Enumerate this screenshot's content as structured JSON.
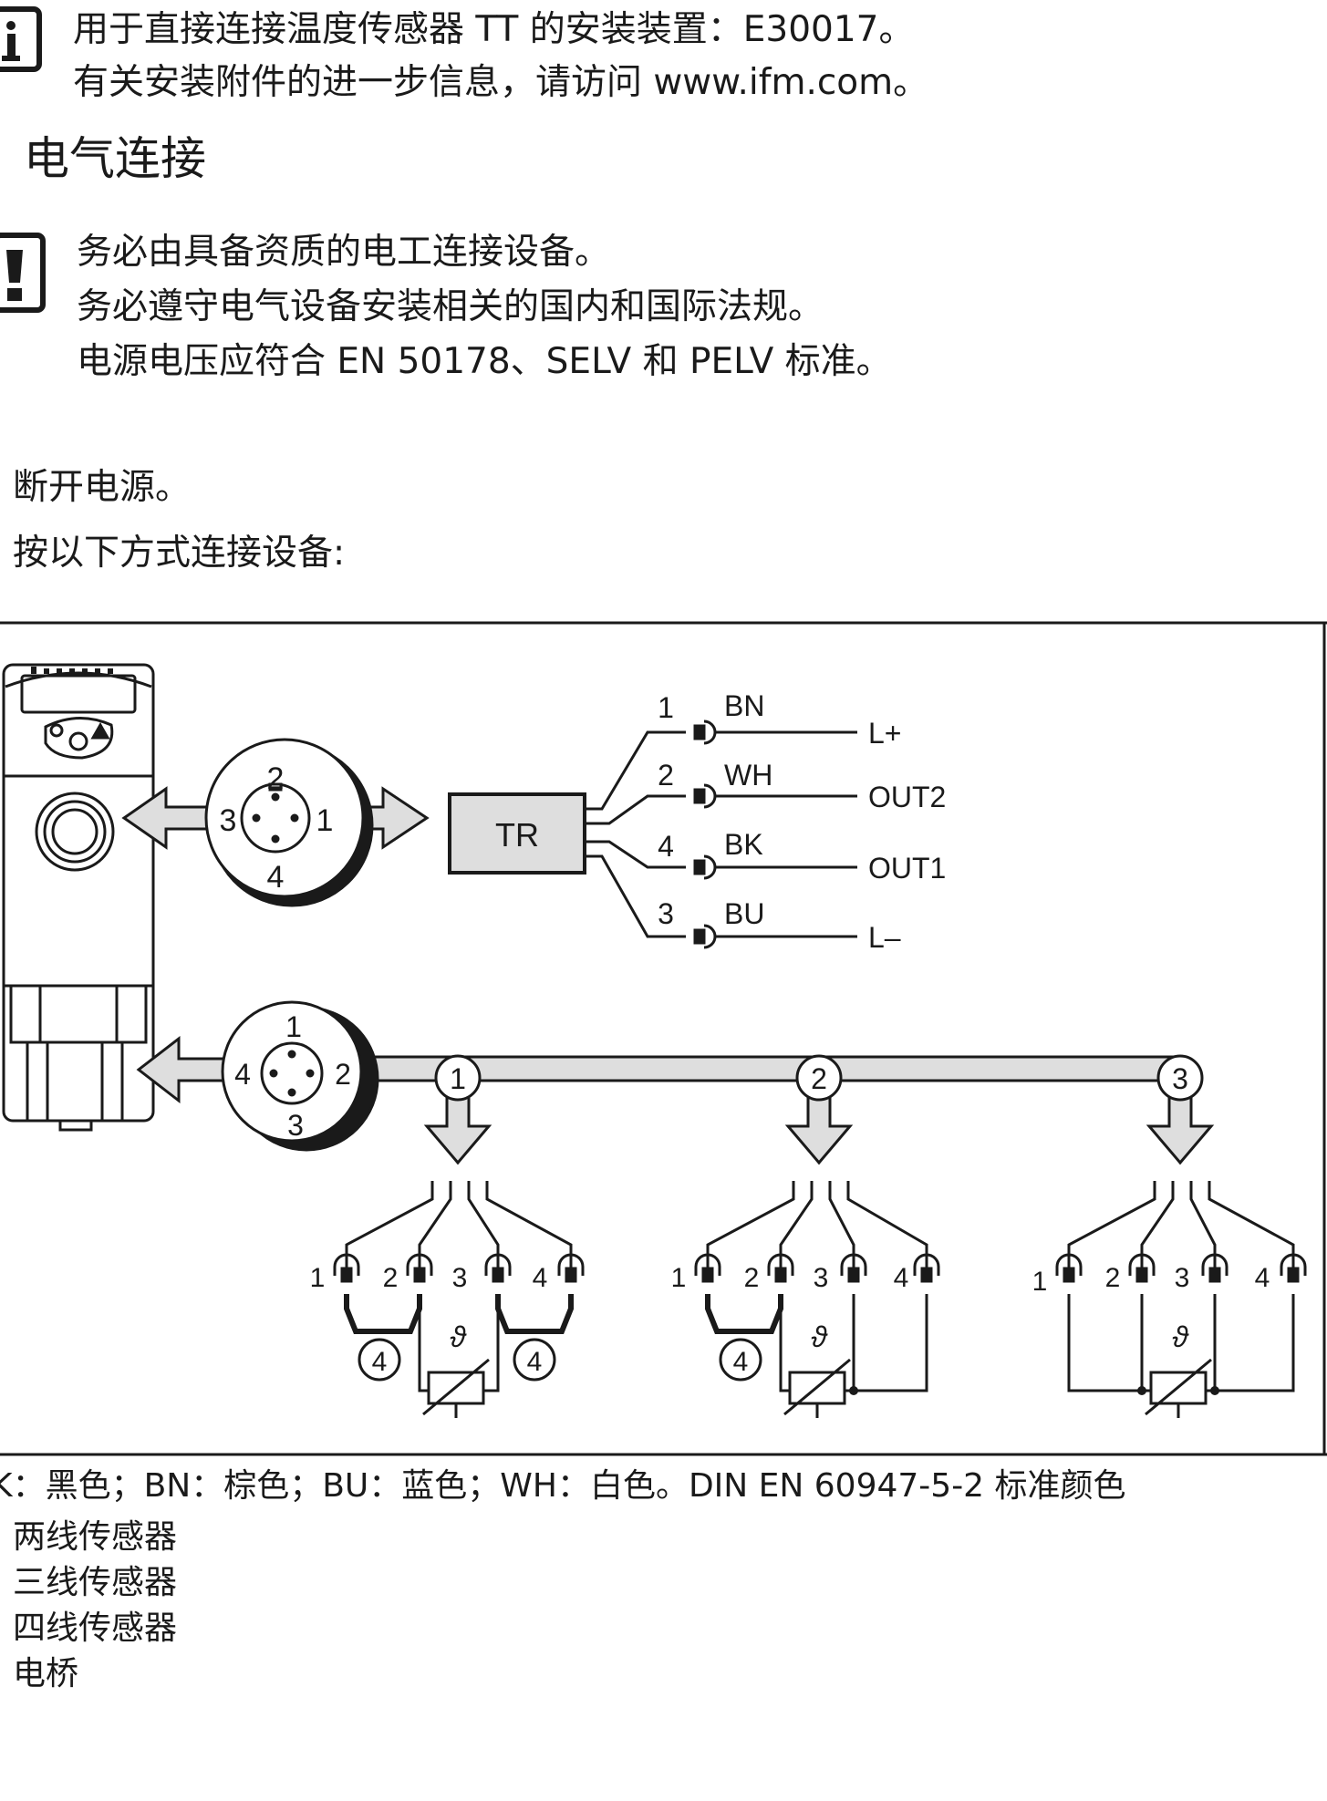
{
  "note": {
    "icon": "info-icon",
    "lines": [
      "用于直接连接温度传感器 TT 的安装装置：E30017。",
      "有关安装附件的进一步信息，请访问 www.ifm.com。"
    ]
  },
  "section": {
    "title": "电气连接"
  },
  "warning": {
    "icon": "warning-exclamation-icon",
    "lines": [
      "务必由具备资质的电工连接设备。",
      "务必遵守电气设备安装相关的国内和国际法规。",
      "电源电压应符合 EN 50178、SELV 和 PELV 标准。"
    ]
  },
  "steps": [
    "断开电源。",
    "按以下方式连接设备:"
  ],
  "diagram": {
    "transmitter_label": "TR",
    "top_connector_pins": [
      "2",
      "3",
      "1",
      "4"
    ],
    "bottom_connector_pins": [
      "1",
      "4",
      "2",
      "3"
    ],
    "wires": [
      {
        "pin": "1",
        "color": "BN",
        "signal": "L+"
      },
      {
        "pin": "2",
        "color": "WH",
        "signal": "OUT2"
      },
      {
        "pin": "4",
        "color": "BK",
        "signal": "OUT1"
      },
      {
        "pin": "3",
        "color": "BU",
        "signal": "L–"
      }
    ],
    "branch_markers": [
      "1",
      "2",
      "3"
    ],
    "terminal_pins": [
      "1",
      "2",
      "3",
      "4"
    ],
    "jumper_marker": "4",
    "theta_symbol": "ϑ"
  },
  "legend": {
    "color_line": "K：黑色；BN：棕色；BU：蓝色；WH：白色。DIN EN 60947-5-2 标准颜色",
    "items": [
      "两线传感器",
      "三线传感器",
      "四线传感器",
      "电桥"
    ]
  }
}
